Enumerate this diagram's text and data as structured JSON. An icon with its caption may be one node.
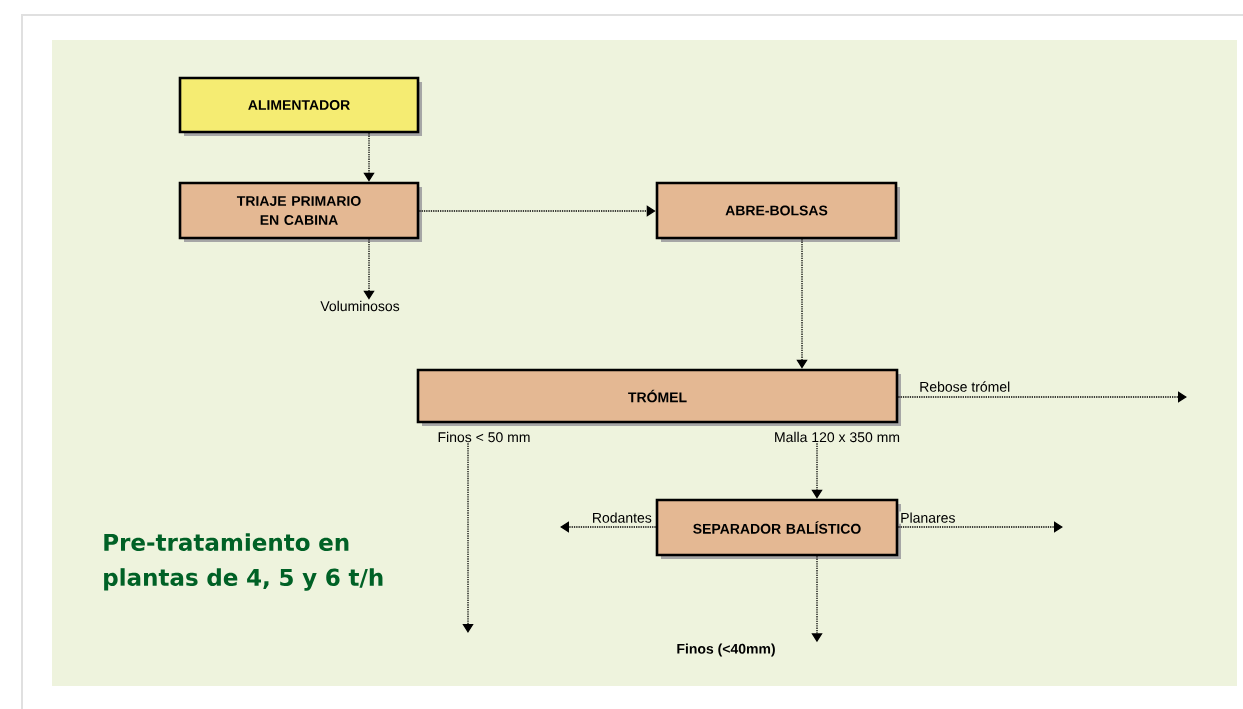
{
  "diagram": {
    "title": "Pre-tratamiento en plantas de 4, 5 y 6 t/h",
    "nodes": [
      {
        "text": [
          "ALIMENTADOR"
        ]
      },
      {
        "text": [
          "TRIAJE PRIMARIO EN CABINA"
        ]
      },
      {
        "text": [
          "ABRE-BOLSAS"
        ]
      },
      {
        "text": [
          "Voluminosos"
        ]
      },
      {
        "text": [
          "TRÓMEL"
        ]
      },
      {
        "text": [
          "Finos < 50 mm"
        ]
      },
      {
        "text": [
          "Malla 120 x 350 mm"
        ]
      },
      {
        "text": [
          "SEPARADOR BALÍSTICO"
        ]
      },
      {
        "text": [
          "Finos (<40mm)"
        ]
      }
    ],
    "edges": [
      {
        "from": 0,
        "to": 1,
        "arrow": "to"
      },
      {
        "from": 1,
        "to": 2,
        "arrow": "to"
      },
      {
        "from": 1,
        "to": 3,
        "arrow": "to"
      },
      {
        "from": 2,
        "to": 4,
        "arrow": "to"
      },
      {
        "from": 4,
        "to": null,
        "arrow": "to",
        "label": "Rebose trómel"
      },
      {
        "from": 5,
        "to": null,
        "arrow": "to"
      },
      {
        "from": 6,
        "to": 7,
        "arrow": "to"
      },
      {
        "from": 7,
        "to": null,
        "arrow": "to",
        "label": "Rodantes"
      },
      {
        "from": 7,
        "to": null,
        "arrow": "to",
        "label": "Planares"
      },
      {
        "from": 7,
        "to": 8,
        "arrow": "to"
      }
    ]
  }
}
